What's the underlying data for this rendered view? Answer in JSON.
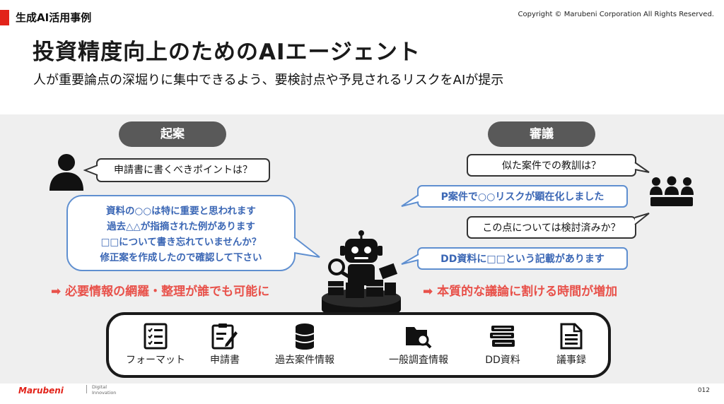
{
  "header": {
    "tag": "生成AI活用事例",
    "copyright": "Copyright © Marubeni Corporation All Rights Reserved.",
    "title": "投資精度向上のためのAIエージェント",
    "subtitle": "人が重要論点の深堀りに集中できるよう、要検討点や予見されるリスクをAIが提示"
  },
  "left": {
    "pill": "起案",
    "question": "申請書に書くべきポイントは？",
    "ai_lines": [
      "資料の○○は特に重要と思われます",
      "過去△△が指摘された例があります",
      "□□について書き忘れていませんか？",
      "修正案を作成したので確認して下さい"
    ],
    "result": "➡ 必要情報の網羅・整理が誰でも可能に"
  },
  "right": {
    "pill": "審議",
    "q1": "似た案件での教訓は？",
    "a1": "P案件で○○リスクが顕在化しました",
    "q2": "この点については検討済みか？",
    "a2": "DD資料に□□という記載があります",
    "result": "➡ 本質的な議論に割ける時間が増加"
  },
  "sources": [
    {
      "label": "フォーマット",
      "icon": "checklist-icon"
    },
    {
      "label": "申請書",
      "icon": "form-edit-icon"
    },
    {
      "label": "過去案件情報",
      "icon": "database-icon"
    },
    {
      "label": "一般調査情報",
      "icon": "folder-search-icon"
    },
    {
      "label": "DD資料",
      "icon": "books-icon"
    },
    {
      "label": "議事録",
      "icon": "document-icon"
    }
  ],
  "footer": {
    "logo": "Marubeni",
    "logo_sub_1": "Digital",
    "logo_sub_2": "Innovation",
    "page": "012"
  },
  "colors": {
    "accent_red": "#e2231a",
    "result_red": "#e8514a",
    "ai_blue": "#3b67b5",
    "panel_gray": "#efefef",
    "pill_gray": "#595959"
  }
}
